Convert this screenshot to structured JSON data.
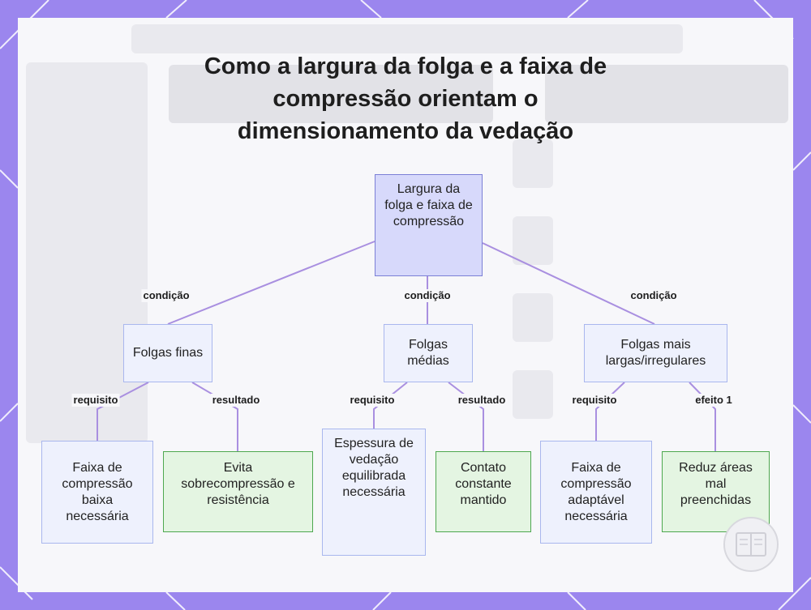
{
  "title": "Como a largura da folga e a faixa de\ncompressão orientam o\ndimensionamento da vedação",
  "nodes": {
    "root": "Largura da folga e faixa de compressão",
    "thin": "Folgas finas",
    "medium": "Folgas médias",
    "wide": "Folgas mais largas/irregulares",
    "thin_req": "Faixa de compressão baixa necessária",
    "thin_res": "Evita sobrecompressão e resistência",
    "med_req": "Espessura de vedação equilibrada necessária",
    "med_res": "Contato constante mantido",
    "wide_req": "Faixa de compressão adaptável necessária",
    "wide_eff": "Reduz áreas mal preenchidas"
  },
  "edges": {
    "cond_left": "condição",
    "cond_mid": "condição",
    "cond_right": "condição",
    "req_left": "requisito",
    "res_left": "resultado",
    "req_mid": "requisito",
    "res_mid": "resultado",
    "req_right": "requisito",
    "eff_right": "efeito 1"
  },
  "colors": {
    "frame": "#9b86ee",
    "root_fill": "#d7d9fb",
    "root_border": "#7b7fd6",
    "blue_fill": "#eef1fd",
    "blue_border": "#a9b7ee",
    "green_fill": "#e4f5e2",
    "green_border": "#4ea84f",
    "connector": "#a98fe0"
  }
}
